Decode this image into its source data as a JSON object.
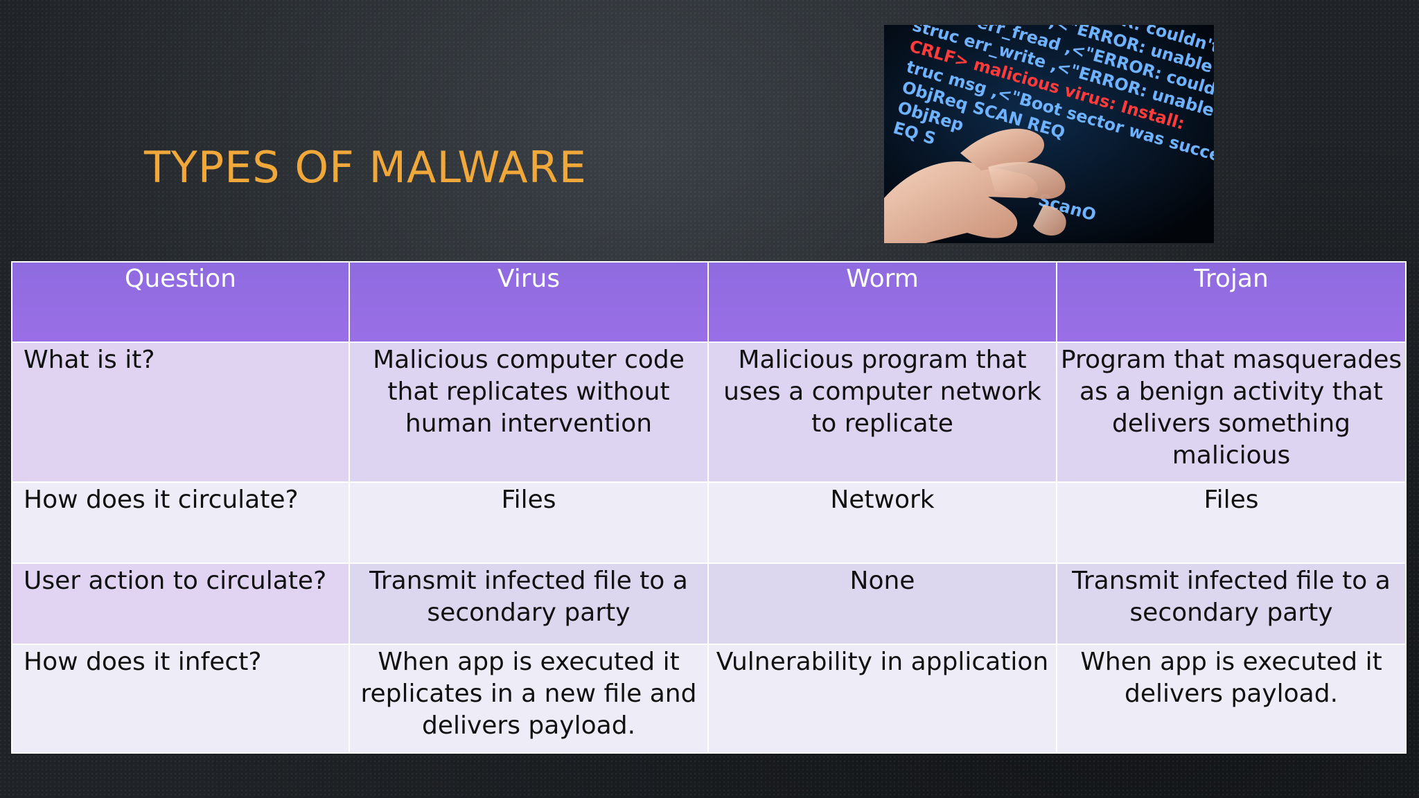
{
  "slide": {
    "title": "TYPES OF MALWARE",
    "image_lines": [
      "ρen ,<\"ERROR: couldn't open",
      "err_fmove ,<\"ERROR: unable to move",
      "gstruc err_fread ,<\"ERROR: couldn't read from",
      "struc err_write ,<\"ERROR: unable to write to",
      "CRLF> malicious virus: Install:",
      "truc msg ,<\"Boot sector was successfully wr",
      "ObjReq SCAN REQ",
      "ObjRep",
      "EQ S",
      "ScanO"
    ]
  },
  "table": {
    "headers": [
      "Question",
      "Virus",
      "Worm",
      "Trojan"
    ],
    "rows": [
      {
        "question": "What is it?",
        "virus": "Malicious computer code that replicates without human intervention",
        "worm": "Malicious program that uses a computer network to replicate",
        "trojan": "Program that masquerades as a benign activity that delivers something malicious"
      },
      {
        "question": "How does it circulate?",
        "virus": "Files",
        "worm": "Network",
        "trojan": "Files"
      },
      {
        "question": "User action to circulate?",
        "virus": "Transmit infected file to a secondary party",
        "worm": "None",
        "trojan": "Transmit infected file to a secondary party"
      },
      {
        "question": "How does it infect?",
        "virus": "When app is executed it replicates in a new file and delivers payload.",
        "worm": "Vulnerability in application",
        "trojan": "When app is executed it delivers payload."
      }
    ]
  },
  "colors": {
    "title": "#f0a83a",
    "header_bg": "#9a6fe6",
    "row_light": "#eeecf7",
    "row_tinted": "#dcd4f0",
    "code_blue": "#6fb2ff",
    "code_red": "#ff3b3b"
  }
}
